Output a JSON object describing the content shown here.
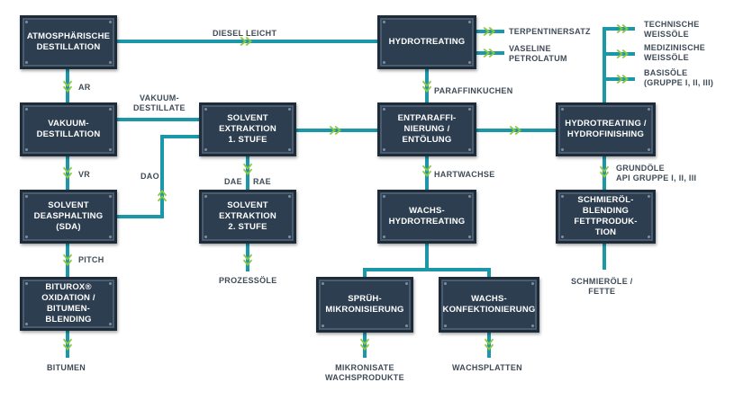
{
  "colors": {
    "pipe": "#1b97a8",
    "arrow": "#8dc63f",
    "box": "#2d3e50",
    "text": "#3f4b57"
  },
  "boxes": {
    "atmospheric": "ATMOSPHÄRISCHE\nDESTILLATION",
    "vacuum": "VAKUUM-\nDESTILLATION",
    "sda": "SOLVENT\nDEASPHALTING\n(SDA)",
    "biturox": "BITUROX®\nOXIDATION /\nBITUMEN-\nBLENDING",
    "extraction1": "SOLVENT\nEXTRAKTION\n1. STUFE",
    "extraction2": "SOLVENT\nEXTRAKTION\n2. STUFE",
    "hydrotreating": "HYDROTREATING",
    "dewaxing": "ENTPARAFFI-\nNIERUNG /\nENTÖLUNG",
    "wax_hydrotreating": "WACHS-\nHYDROTREATING",
    "spray": "SPRÜH-\nMIKRONISIERUNG",
    "wax_confection": "WACHS-\nKONFEKTIONIERUNG",
    "hydrofinishing": "HYDROTREATING /\nHYDROFINISHING",
    "blending": "SCHMIERÖL-\nBLENDING\nFETTPRODUK-\nTION"
  },
  "labels": {
    "diesel": "DIESEL LEICHT",
    "ar": "AR",
    "vr": "VR",
    "pitch": "PITCH",
    "bitumen": "BITUMEN",
    "vacuum_distillates": "VAKUUM-\nDESTILLATE",
    "dao": "DAO",
    "dae": "DAE",
    "rae": "RAE",
    "process_oils": "PROZESSÖLE",
    "turpentine": "TERPENTINERSATZ",
    "vaseline": "VASELINE\nPETROLATUM",
    "paraffin_cake": "PARAFFINKUCHEN",
    "hard_wax": "HARTWACHSE",
    "micronized": "MIKRONISATE\nWACHSPRODUKTE",
    "wax_slabs": "WACHSPLATTEN",
    "technical_oils": "TECHNISCHE\nWEISSÖLE",
    "medical_oils": "MEDIZINISCHE\nWEISSÖLE",
    "base_oils": "BASISÖLE\n(GRUPPE I, II, III)",
    "base_oils_api": "GRUNDÖLE\nAPI GRUPPE I, II, III",
    "lubricants": "SCHMIERÖLE /\nFETTE"
  }
}
